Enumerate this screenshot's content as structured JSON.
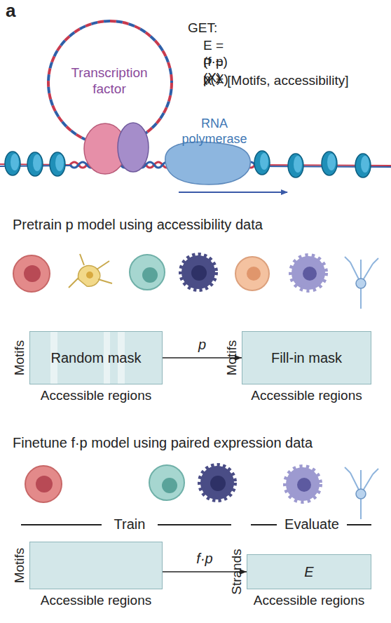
{
  "diagram": {
    "nodes": [
      {
        "text": [
          "Motifs",
          "Random mask",
          "Accessible regions"
        ]
      },
      {
        "text": [
          "Motifs",
          "Fill-in mask",
          "Accessible regions"
        ]
      },
      {
        "text": [
          "Motifs",
          "Accessible regions"
        ]
      },
      {
        "text": [
          "Strands",
          "E",
          "Accessible regions"
        ]
      }
    ],
    "edges": [
      {
        "from": 0,
        "to": 1,
        "arrow": "to",
        "label": "p"
      },
      {
        "from": 2,
        "to": 3,
        "arrow": "to",
        "label": "f·p"
      }
    ],
    "labels": [
      "a",
      "GET:",
      "E = (f·p)(X)",
      "P = p(X)",
      "X = [Motifs, accessibility]",
      "Transcription factor",
      "RNA polymerase",
      "Pretrain p model using accessibility data",
      "Finetune f·p model using paired expression data",
      "Train",
      "Evaluate"
    ]
  }
}
